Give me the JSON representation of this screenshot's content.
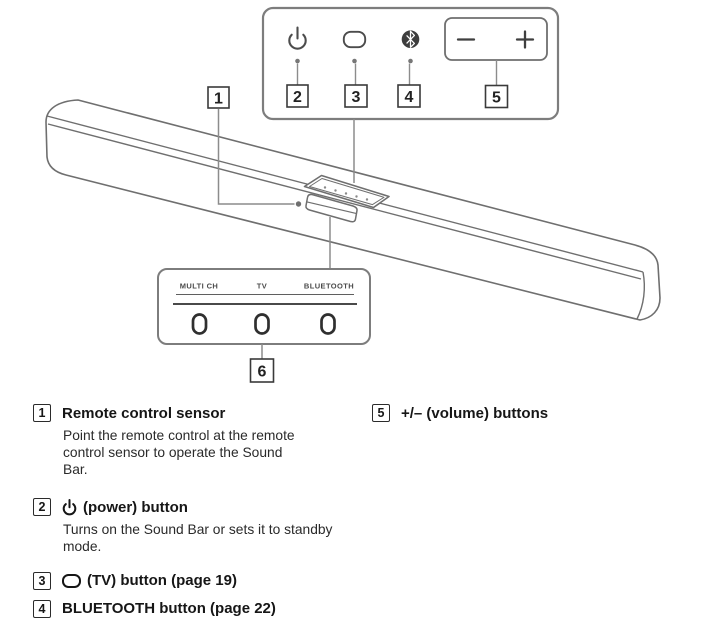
{
  "diagram": {
    "top_panel_callout": {
      "numbers": {
        "power": "2",
        "tv": "3",
        "bluetooth": "4",
        "volume": "5"
      },
      "icons": {
        "power": "power-icon",
        "tv": "tv-icon",
        "bluetooth": "bluetooth-icon",
        "volume_minus": "minus-icon",
        "volume_plus": "plus-icon"
      }
    },
    "sensor_callout": {
      "number": "1"
    },
    "display_callout": {
      "number": "6",
      "indicator_labels": [
        "MULTI CH",
        "TV",
        "BLUETOOTH"
      ]
    }
  },
  "legend": {
    "items": [
      {
        "number": "1",
        "title": "Remote control sensor",
        "body": "Point the remote control at the remote control sensor to operate the Sound Bar."
      },
      {
        "number": "2",
        "icon": "power-icon",
        "title": "(power) button",
        "body": "Turns on the Sound Bar or sets it to standby mode."
      },
      {
        "number": "3",
        "icon": "tv-icon",
        "title": "(TV) button (page 19)"
      },
      {
        "number": "4",
        "title": "BLUETOOTH button (page 22)"
      },
      {
        "number": "5",
        "title": "+/– (volume) buttons"
      }
    ]
  },
  "colors": {
    "diagram_line": "#6f6f6f",
    "callout_border": "#7d7d7d",
    "leader_line": "#8c8c8c",
    "number_box_border": "#3a3a3a",
    "bluetooth_fill": "#3d3d3d",
    "text": "#1c1c1c",
    "background": "#ffffff"
  }
}
